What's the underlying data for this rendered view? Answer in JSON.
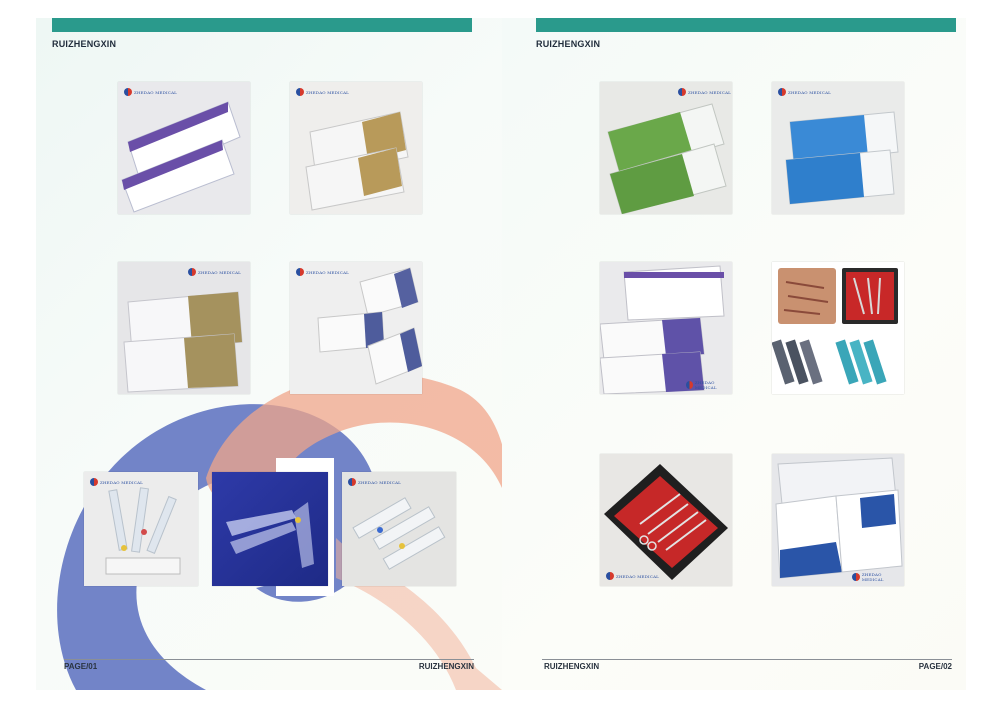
{
  "left_page": {
    "brand_top": "RUIZHENGXIN",
    "page_number": "PAGE/01",
    "brand_bottom": "RUIZHENGXIN"
  },
  "right_page": {
    "brand_top": "RUIZHENGXIN",
    "brand_bottom": "RUIZHENGXIN",
    "page_number": "PAGE/02"
  },
  "colors": {
    "accent_bar": "#2a9a8c",
    "swirl_blue": "#5b6fc0",
    "swirl_orange": "#f0a68a",
    "page_background": "#f5faf7"
  },
  "photos_left": [
    {
      "subject": "surgical-sutures-boxes"
    },
    {
      "subject": "suture-packs-gold"
    },
    {
      "subject": "suture-packs-gold-stack"
    },
    {
      "subject": "suture-packs-blue-scattered"
    },
    {
      "subject": "iv-cannulas"
    },
    {
      "subject": "vaginal-speculum"
    },
    {
      "subject": "iv-cannulas-blister"
    }
  ],
  "photos_right": [
    {
      "subject": "nylon-monofilament-green"
    },
    {
      "subject": "nylon-monofilament-blue"
    },
    {
      "subject": "vicryl-sutures-box"
    },
    {
      "subject": "suture-practice-kit"
    },
    {
      "subject": "dissection-kit-red-case"
    },
    {
      "subject": "alcohol-pads-boxes"
    }
  ]
}
